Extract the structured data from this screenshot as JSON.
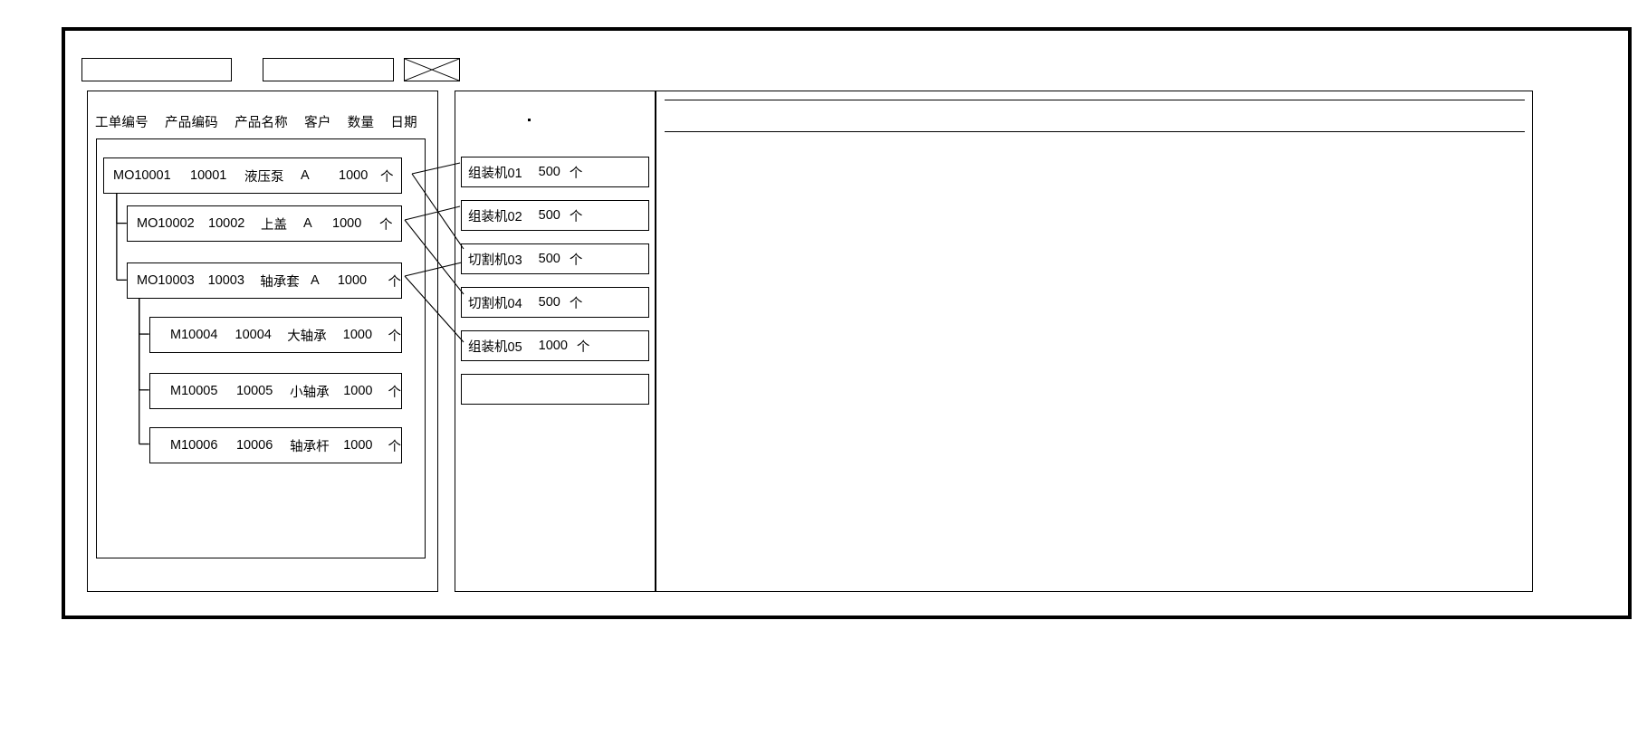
{
  "window": {
    "title": ""
  },
  "toolbar": {
    "box1_label": "",
    "box2_label": "",
    "placeholder_icon": "image-placeholder-icon"
  },
  "left_panel": {
    "columns": [
      "工单编号",
      "产品编码",
      "产品名称",
      "客户",
      "数量",
      "日期"
    ],
    "rows": [
      {
        "depth": 0,
        "order_no": "MO10001",
        "product_code": "10001",
        "product_name": "液压泵",
        "customer": "A",
        "quantity": "1000",
        "unit": "个"
      },
      {
        "depth": 1,
        "order_no": "MO10002",
        "product_code": "10002",
        "product_name": "上盖",
        "customer": "A",
        "quantity": "1000",
        "unit": "个"
      },
      {
        "depth": 1,
        "order_no": "MO10003",
        "product_code": "10003",
        "product_name": "轴承套",
        "customer": "A",
        "quantity": "1000",
        "unit": "个"
      },
      {
        "depth": 2,
        "order_no": "M10004",
        "product_code": "10004",
        "product_name": "大轴承",
        "customer": "",
        "quantity": "1000",
        "unit": "个"
      },
      {
        "depth": 2,
        "order_no": "M10005",
        "product_code": "10005",
        "product_name": "小轴承",
        "customer": "",
        "quantity": "1000",
        "unit": "个"
      },
      {
        "depth": 2,
        "order_no": "M10006",
        "product_code": "10006",
        "product_name": "轴承杆",
        "customer": "",
        "quantity": "1000",
        "unit": "个"
      }
    ]
  },
  "middle_panel": {
    "machines": [
      {
        "name": "组装机01",
        "quantity": "500",
        "unit": "个"
      },
      {
        "name": "组装机02",
        "quantity": "500",
        "unit": "个"
      },
      {
        "name": "切割机03",
        "quantity": "500",
        "unit": "个"
      },
      {
        "name": "切割机04",
        "quantity": "500",
        "unit": "个"
      },
      {
        "name": "组装机05",
        "quantity": "1000",
        "unit": "个"
      },
      {
        "name": "",
        "quantity": "",
        "unit": ""
      }
    ]
  },
  "right_panel": {
    "header_label": "",
    "body_label": ""
  },
  "colors": {
    "stroke": "#000000",
    "background": "#ffffff"
  }
}
